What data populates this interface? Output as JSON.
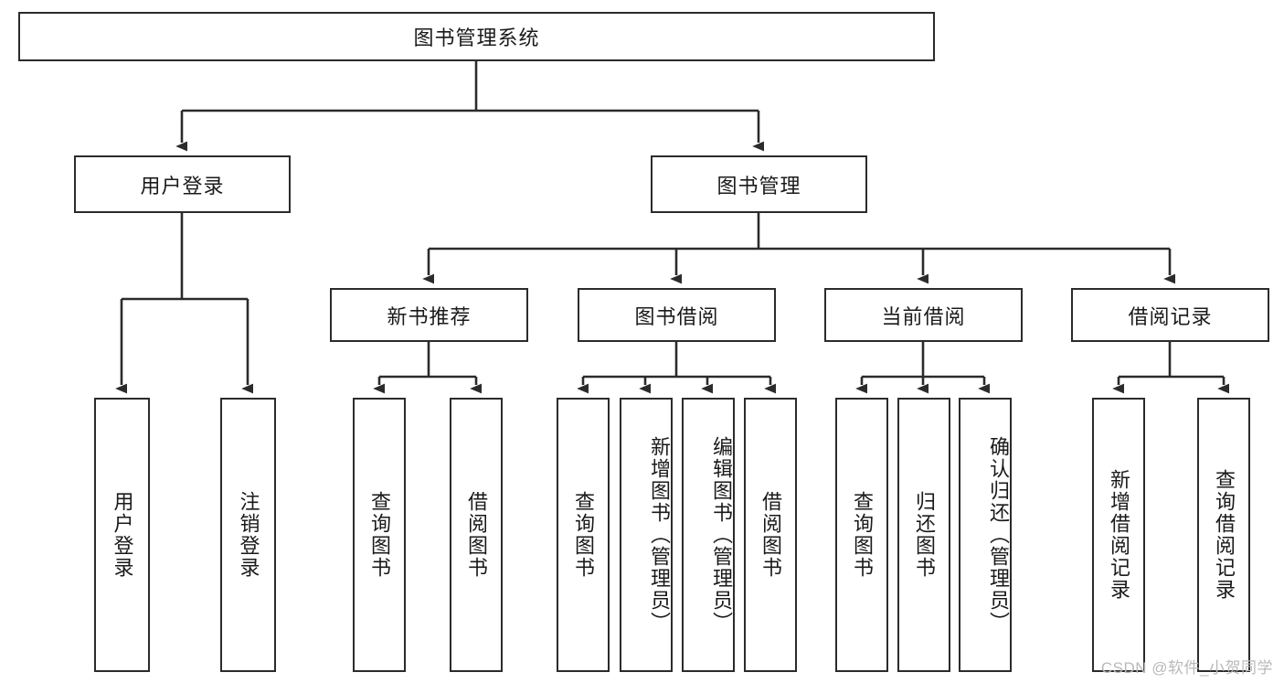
{
  "diagram": {
    "type": "tree-hierarchy",
    "title": "图书管理系统",
    "watermark": "CSDN @软件_小贺同学",
    "colors": {
      "box_border": "#2b2b2b",
      "box_fill": "#ffffff",
      "line": "#2b2b2b",
      "text": "#1a1a1a",
      "watermark": "#b9b9b9"
    },
    "levels": {
      "level1": [
        {
          "id": "root",
          "label": "图书管理系统"
        }
      ],
      "level2": [
        {
          "id": "user-login",
          "label": "用户登录"
        },
        {
          "id": "book-manage",
          "label": "图书管理"
        }
      ],
      "level3": [
        {
          "id": "new-book-recommend",
          "label": "新书推荐",
          "parent": "book-manage"
        },
        {
          "id": "book-borrow",
          "label": "图书借阅",
          "parent": "book-manage"
        },
        {
          "id": "current-borrow",
          "label": "当前借阅",
          "parent": "book-manage"
        },
        {
          "id": "borrow-record",
          "label": "借阅记录",
          "parent": "book-manage"
        }
      ],
      "level4": [
        {
          "id": "leaf-user-login",
          "label": "用户登录",
          "parent": "user-login"
        },
        {
          "id": "leaf-logout-login",
          "label": "注销登录",
          "parent": "user-login"
        },
        {
          "id": "leaf-query-book-1",
          "label": "查询图书",
          "parent": "new-book-recommend"
        },
        {
          "id": "leaf-borrow-book-1",
          "label": "借阅图书",
          "parent": "new-book-recommend"
        },
        {
          "id": "leaf-query-book-2",
          "label": "查询图书",
          "parent": "book-borrow"
        },
        {
          "id": "leaf-add-book",
          "label": "新增图书（管理员）",
          "parent": "book-borrow"
        },
        {
          "id": "leaf-edit-book",
          "label": "编辑图书（管理员）",
          "parent": "book-borrow"
        },
        {
          "id": "leaf-borrow-book-2",
          "label": "借阅图书",
          "parent": "book-borrow"
        },
        {
          "id": "leaf-query-book-3",
          "label": "查询图书",
          "parent": "current-borrow"
        },
        {
          "id": "leaf-return-book",
          "label": "归还图书",
          "parent": "current-borrow"
        },
        {
          "id": "leaf-confirm-return",
          "label": "确认归还（管理员）",
          "parent": "current-borrow"
        },
        {
          "id": "leaf-add-record",
          "label": "新增借阅记录",
          "parent": "borrow-record"
        },
        {
          "id": "leaf-query-record",
          "label": "查询借阅记录",
          "parent": "borrow-record"
        }
      ]
    }
  }
}
